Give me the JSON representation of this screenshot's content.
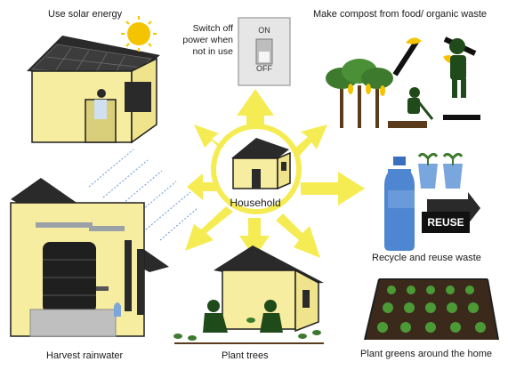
{
  "center": {
    "label": "Household"
  },
  "actions": [
    {
      "id": "solar",
      "label": "Use solar energy"
    },
    {
      "id": "switch",
      "label_lines": [
        "Switch off",
        "power when",
        "not in use"
      ]
    },
    {
      "id": "compost",
      "label": "Make compost from food/ organic waste"
    },
    {
      "id": "recycle",
      "label": "Recycle and reuse waste"
    },
    {
      "id": "greens",
      "label": "Plant greens around the home"
    },
    {
      "id": "trees",
      "label": "Plant trees"
    },
    {
      "id": "rainwater",
      "label": "Harvest rainwater"
    }
  ],
  "switch": {
    "on_label": "ON",
    "off_label": "OFF"
  },
  "reuse_sign": {
    "label": "REUSE"
  },
  "colors": {
    "house_wall": "#f7eda0",
    "arrow": "#f5ec54",
    "outline": "#1f1f1f",
    "roof": "#2a2a2a",
    "plant": "#3d7a2e",
    "bottle": "#4f86d1",
    "sun": "#f5c400"
  }
}
